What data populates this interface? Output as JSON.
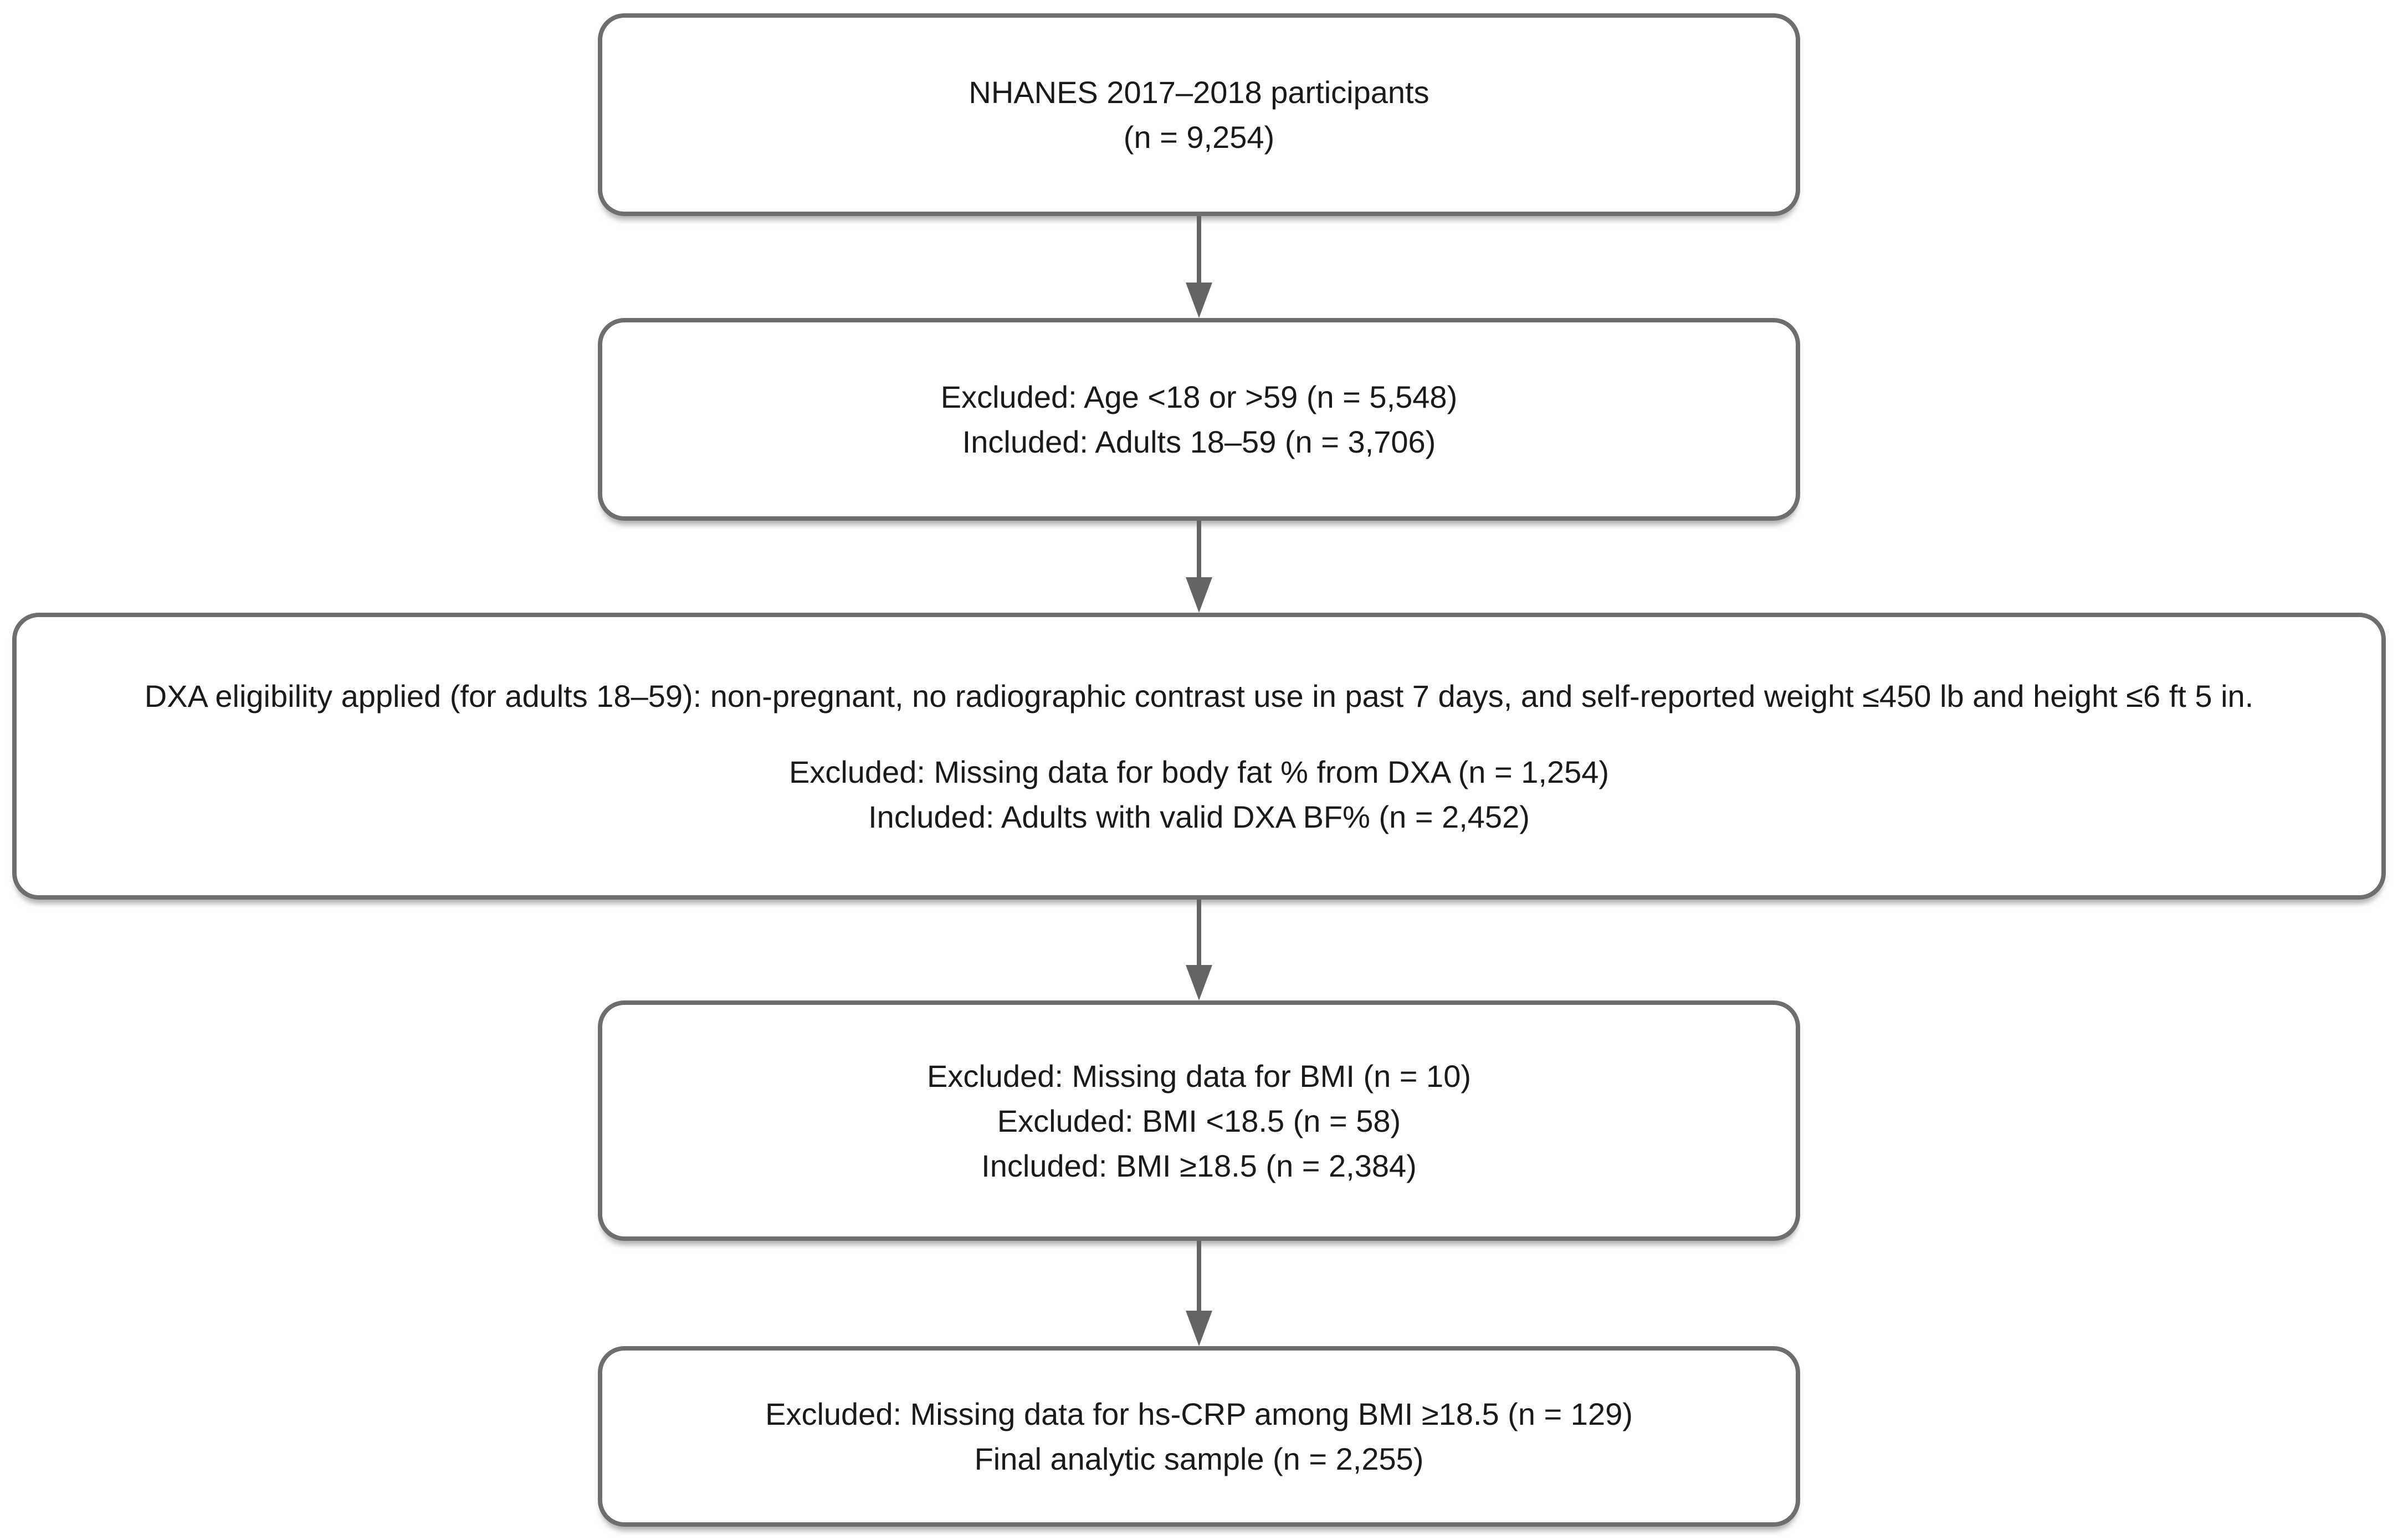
{
  "diagram": {
    "type": "participant-flowchart",
    "colors": {
      "background": "#ffffff",
      "box_border": "#6e6e6e",
      "arrow": "#646464",
      "text": "#1a1a1a"
    },
    "boxes": [
      {
        "id": "nhanes-participants",
        "lines": [
          "NHANES 2017–2018 participants",
          "(n = 9,254)"
        ]
      },
      {
        "id": "age-filter",
        "lines": [
          "Excluded: Age <18 or >59 (n = 5,548)",
          "Included: Adults 18–59 (n = 3,706)"
        ]
      },
      {
        "id": "dxa-eligibility",
        "intro": "DXA eligibility applied (for adults 18–59): non-pregnant, no radiographic contrast use in past 7 days, and self-reported weight ≤450 lb and height ≤6 ft 5 in.",
        "lines": [
          "Excluded: Missing data for body fat % from DXA (n = 1,254)",
          "Included: Adults with valid DXA BF% (n = 2,452)"
        ]
      },
      {
        "id": "bmi-filter",
        "lines": [
          "Excluded: Missing data for BMI (n = 10)",
          "Excluded: BMI <18.5 (n = 58)",
          "Included: BMI ≥18.5 (n = 2,384)"
        ]
      },
      {
        "id": "final-sample",
        "lines": [
          "Excluded: Missing data for hs-CRP among BMI ≥18.5 (n = 129)",
          "Final analytic sample (n = 2,255)"
        ]
      }
    ]
  }
}
